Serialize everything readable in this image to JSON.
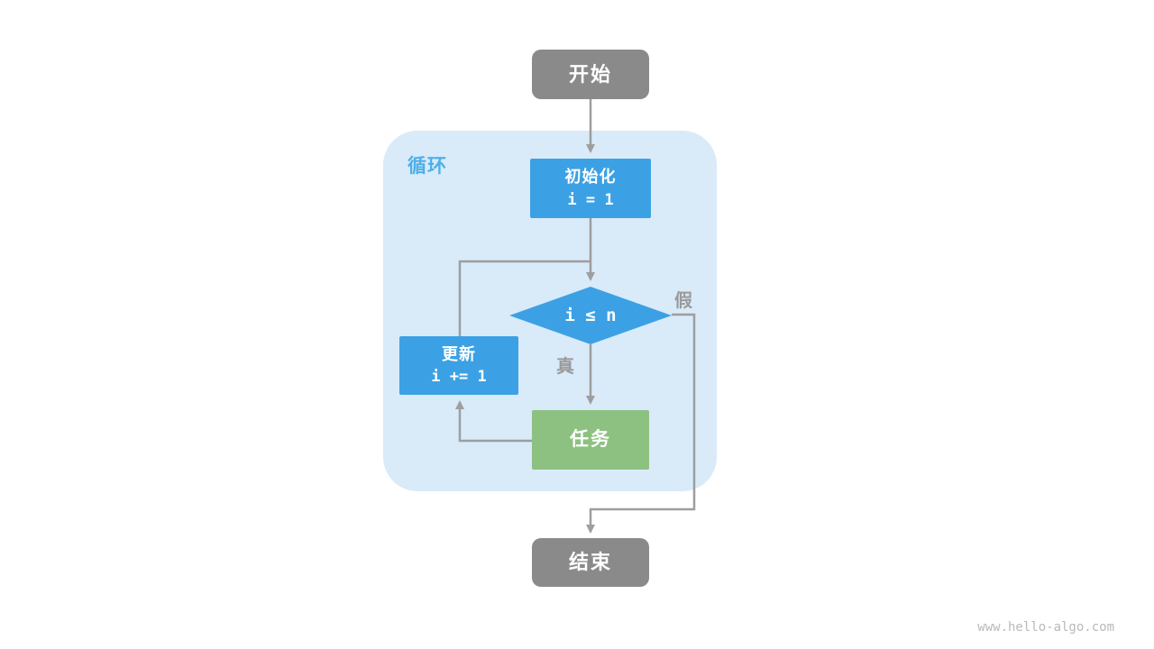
{
  "page": {
    "watermark": "www.hello-algo.com"
  },
  "flowchart": {
    "start_label": "开始",
    "end_label": "结束",
    "loop_region_label": "循环",
    "init_title": "初始化",
    "init_code": "i = 1",
    "condition_label": "i ≤ n",
    "branch_true_label": "真",
    "branch_false_label": "假",
    "update_title": "更新",
    "update_code": "i += 1",
    "task_label": "任务",
    "colors": {
      "terminal_node": "#8a8a8a",
      "process_node": "#3ca1e4",
      "task_node": "#8dc181",
      "loop_region_bg": "#d9eaf9",
      "connector": "#9e9e9e",
      "loop_label_text": "#4cb0ea",
      "branch_label_text": "#9a9a9a",
      "watermark_text": "#b9b9b9"
    }
  }
}
